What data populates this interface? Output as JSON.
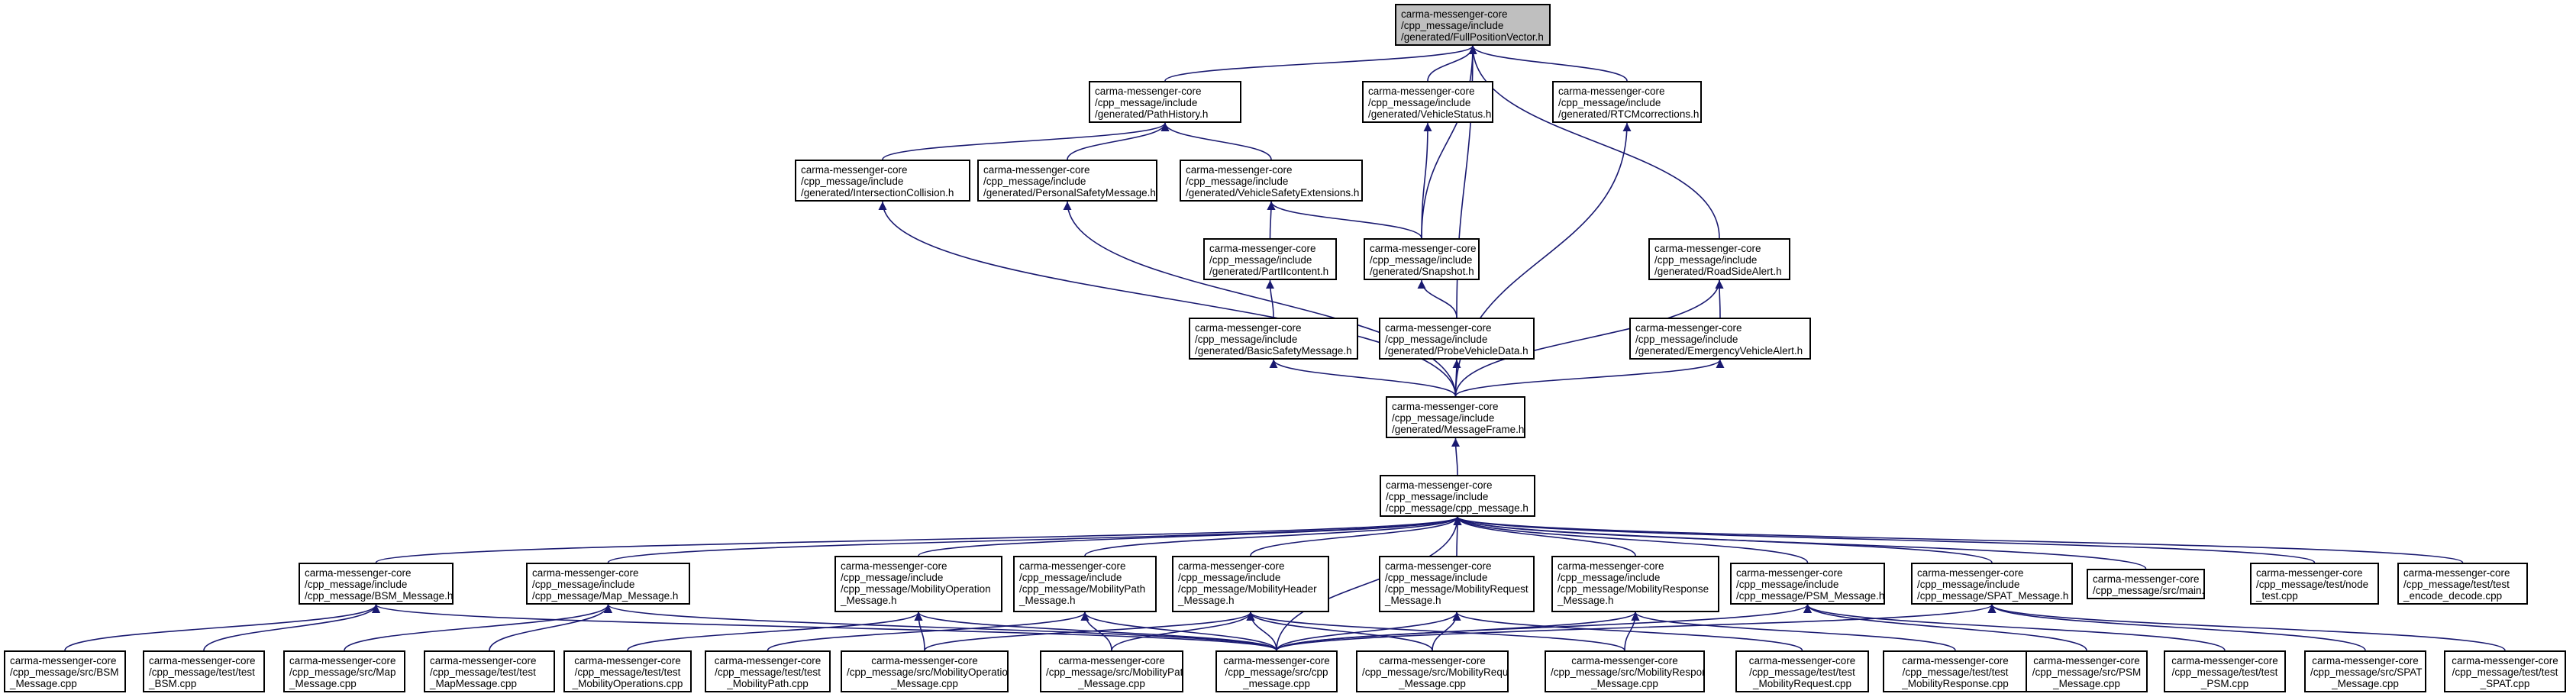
{
  "graph": {
    "colors": {
      "edge": "#191970",
      "node_border": "#000000",
      "root_fill": "#bfbfbf",
      "node_fill": "#ffffff"
    },
    "nodes": [
      {
        "id": "fpv",
        "root": true,
        "lines": [
          "carma-messenger-core",
          "/cpp_message/include",
          "/generated/FullPositionVector.h"
        ]
      },
      {
        "id": "pathhistory",
        "lines": [
          "carma-messenger-core",
          "/cpp_message/include",
          "/generated/PathHistory.h"
        ]
      },
      {
        "id": "vehiclestatus",
        "lines": [
          "carma-messenger-core",
          "/cpp_message/include",
          "/generated/VehicleStatus.h"
        ]
      },
      {
        "id": "rtcm",
        "lines": [
          "carma-messenger-core",
          "/cpp_message/include",
          "/generated/RTCMcorrections.h"
        ]
      },
      {
        "id": "intersection",
        "lines": [
          "carma-messenger-core",
          "/cpp_message/include",
          "/generated/IntersectionCollision.h"
        ]
      },
      {
        "id": "personalsafety",
        "lines": [
          "carma-messenger-core",
          "/cpp_message/include",
          "/generated/PersonalSafetyMessage.h"
        ]
      },
      {
        "id": "vse",
        "lines": [
          "carma-messenger-core",
          "/cpp_message/include",
          "/generated/VehicleSafetyExtensions.h"
        ]
      },
      {
        "id": "partii",
        "lines": [
          "carma-messenger-core",
          "/cpp_message/include",
          "/generated/PartIIcontent.h"
        ]
      },
      {
        "id": "snapshot",
        "lines": [
          "carma-messenger-core",
          "/cpp_message/include",
          "/generated/Snapshot.h"
        ]
      },
      {
        "id": "roadside",
        "lines": [
          "carma-messenger-core",
          "/cpp_message/include",
          "/generated/RoadSideAlert.h"
        ]
      },
      {
        "id": "bsmgen",
        "lines": [
          "carma-messenger-core",
          "/cpp_message/include",
          "/generated/BasicSafetyMessage.h"
        ]
      },
      {
        "id": "probe",
        "lines": [
          "carma-messenger-core",
          "/cpp_message/include",
          "/generated/ProbeVehicleData.h"
        ]
      },
      {
        "id": "emergency",
        "lines": [
          "carma-messenger-core",
          "/cpp_message/include",
          "/generated/EmergencyVehicleAlert.h"
        ]
      },
      {
        "id": "msgframe",
        "lines": [
          "carma-messenger-core",
          "/cpp_message/include",
          "/generated/MessageFrame.h"
        ]
      },
      {
        "id": "cpph",
        "lines": [
          "carma-messenger-core",
          "/cpp_message/include",
          "/cpp_message/cpp_message.h"
        ]
      },
      {
        "id": "bsmh",
        "lines": [
          "carma-messenger-core",
          "/cpp_message/include",
          "/cpp_message/BSM_Message.h"
        ]
      },
      {
        "id": "maph",
        "lines": [
          "carma-messenger-core",
          "/cpp_message/include",
          "/cpp_message/Map_Message.h"
        ]
      },
      {
        "id": "mopsh",
        "lines": [
          "carma-messenger-core",
          "/cpp_message/include",
          "/cpp_message/MobilityOperation",
          "_Message.h"
        ]
      },
      {
        "id": "mpathh",
        "lines": [
          "carma-messenger-core",
          "/cpp_message/include",
          "/cpp_message/MobilityPath",
          "_Message.h"
        ]
      },
      {
        "id": "mheadh",
        "lines": [
          "carma-messenger-core",
          "/cpp_message/include",
          "/cpp_message/MobilityHeader",
          "_Message.h"
        ]
      },
      {
        "id": "mreqh",
        "lines": [
          "carma-messenger-core",
          "/cpp_message/include",
          "/cpp_message/MobilityRequest",
          "_Message.h"
        ]
      },
      {
        "id": "mresph",
        "lines": [
          "carma-messenger-core",
          "/cpp_message/include",
          "/cpp_message/MobilityResponse",
          "_Message.h"
        ]
      },
      {
        "id": "psmh",
        "lines": [
          "carma-messenger-core",
          "/cpp_message/include",
          "/cpp_message/PSM_Message.h"
        ]
      },
      {
        "id": "spath",
        "lines": [
          "carma-messenger-core",
          "/cpp_message/include",
          "/cpp_message/SPAT_Message.h"
        ]
      },
      {
        "id": "maincpp",
        "lines": [
          "carma-messenger-core",
          "/cpp_message/src/main.cpp"
        ]
      },
      {
        "id": "nodetest",
        "lines": [
          "carma-messenger-core",
          "/cpp_message/test/node",
          "_test.cpp"
        ]
      },
      {
        "id": "encdec",
        "lines": [
          "carma-messenger-core",
          "/cpp_message/test/test",
          "_encode_decode.cpp"
        ]
      },
      {
        "id": "bsmcpp",
        "lines": [
          "carma-messenger-core",
          "/cpp_message/src/BSM",
          "_Message.cpp"
        ]
      },
      {
        "id": "testbsm",
        "lines": [
          "carma-messenger-core",
          "/cpp_message/test/test",
          "_BSM.cpp"
        ]
      },
      {
        "id": "mapcpp",
        "lines": [
          "carma-messenger-core",
          "/cpp_message/src/Map",
          "_Message.cpp"
        ]
      },
      {
        "id": "testmap",
        "lines": [
          "carma-messenger-core",
          "/cpp_message/test/test",
          "_MapMessage.cpp"
        ]
      },
      {
        "id": "testmops",
        "lines": [
          "carma-messenger-core",
          "/cpp_message/test/test",
          "_MobilityOperations.cpp"
        ]
      },
      {
        "id": "testmpath",
        "lines": [
          "carma-messenger-core",
          "/cpp_message/test/test",
          "_MobilityPath.cpp"
        ]
      },
      {
        "id": "mopscpp",
        "lines": [
          "carma-messenger-core",
          "/cpp_message/src/MobilityOperation",
          "_Message.cpp"
        ]
      },
      {
        "id": "mpathcpp",
        "lines": [
          "carma-messenger-core",
          "/cpp_message/src/MobilityPath",
          "_Message.cpp"
        ]
      },
      {
        "id": "cppcpp",
        "lines": [
          "carma-messenger-core",
          "/cpp_message/src/cpp",
          "_message.cpp"
        ]
      },
      {
        "id": "mreqcpp",
        "lines": [
          "carma-messenger-core",
          "/cpp_message/src/MobilityRequest",
          "_Message.cpp"
        ]
      },
      {
        "id": "mrespcpp",
        "lines": [
          "carma-messenger-core",
          "/cpp_message/src/MobilityResponse",
          "_Message.cpp"
        ]
      },
      {
        "id": "testmreq",
        "lines": [
          "carma-messenger-core",
          "/cpp_message/test/test",
          "_MobilityRequest.cpp"
        ]
      },
      {
        "id": "testmresp",
        "lines": [
          "carma-messenger-core",
          "/cpp_message/test/test",
          "_MobilityResponse.cpp"
        ]
      },
      {
        "id": "psmcpp",
        "lines": [
          "carma-messenger-core",
          "/cpp_message/src/PSM",
          "_Message.cpp"
        ]
      },
      {
        "id": "testpsm",
        "lines": [
          "carma-messenger-core",
          "/cpp_message/test/test",
          "_PSM.cpp"
        ]
      },
      {
        "id": "spatcpp",
        "lines": [
          "carma-messenger-core",
          "/cpp_message/src/SPAT",
          "_Message.cpp"
        ]
      },
      {
        "id": "testspat",
        "lines": [
          "carma-messenger-core",
          "/cpp_message/test/test",
          "_SPAT.cpp"
        ]
      }
    ],
    "edges": [
      [
        "pathhistory",
        "fpv"
      ],
      [
        "vehiclestatus",
        "fpv"
      ],
      [
        "rtcm",
        "fpv"
      ],
      [
        "snapshot",
        "fpv"
      ],
      [
        "probe",
        "fpv"
      ],
      [
        "roadside",
        "fpv"
      ],
      [
        "intersection",
        "pathhistory"
      ],
      [
        "personalsafety",
        "pathhistory"
      ],
      [
        "vse",
        "pathhistory"
      ],
      [
        "snapshot",
        "vehiclestatus"
      ],
      [
        "msgframe",
        "rtcm"
      ],
      [
        "msgframe",
        "intersection"
      ],
      [
        "msgframe",
        "personalsafety"
      ],
      [
        "partii",
        "vse"
      ],
      [
        "snapshot",
        "vse"
      ],
      [
        "bsmgen",
        "partii"
      ],
      [
        "probe",
        "snapshot"
      ],
      [
        "msgframe",
        "roadside"
      ],
      [
        "emergency",
        "roadside"
      ],
      [
        "msgframe",
        "bsmgen"
      ],
      [
        "msgframe",
        "probe"
      ],
      [
        "msgframe",
        "emergency"
      ],
      [
        "cpph",
        "msgframe"
      ],
      [
        "bsmh",
        "cpph"
      ],
      [
        "maph",
        "cpph"
      ],
      [
        "mopsh",
        "cpph"
      ],
      [
        "mpathh",
        "cpph"
      ],
      [
        "mheadh",
        "cpph"
      ],
      [
        "mreqh",
        "cpph"
      ],
      [
        "mresph",
        "cpph"
      ],
      [
        "psmh",
        "cpph"
      ],
      [
        "spath",
        "cpph"
      ],
      [
        "maincpp",
        "cpph"
      ],
      [
        "nodetest",
        "cpph"
      ],
      [
        "encdec",
        "cpph"
      ],
      [
        "cppcpp",
        "cpph"
      ],
      [
        "bsmcpp",
        "bsmh"
      ],
      [
        "testbsm",
        "bsmh"
      ],
      [
        "cppcpp",
        "bsmh"
      ],
      [
        "mapcpp",
        "maph"
      ],
      [
        "testmap",
        "maph"
      ],
      [
        "cppcpp",
        "maph"
      ],
      [
        "testmops",
        "mopsh"
      ],
      [
        "mopscpp",
        "mopsh"
      ],
      [
        "cppcpp",
        "mopsh"
      ],
      [
        "testmpath",
        "mpathh"
      ],
      [
        "mpathcpp",
        "mpathh"
      ],
      [
        "cppcpp",
        "mpathh"
      ],
      [
        "mopscpp",
        "mheadh"
      ],
      [
        "mpathcpp",
        "mheadh"
      ],
      [
        "cppcpp",
        "mheadh"
      ],
      [
        "mreqcpp",
        "mheadh"
      ],
      [
        "mrespcpp",
        "mheadh"
      ],
      [
        "cppcpp",
        "mreqh"
      ],
      [
        "mreqcpp",
        "mreqh"
      ],
      [
        "testmreq",
        "mreqh"
      ],
      [
        "cppcpp",
        "mresph"
      ],
      [
        "mrespcpp",
        "mresph"
      ],
      [
        "testmresp",
        "mresph"
      ],
      [
        "cppcpp",
        "psmh"
      ],
      [
        "psmcpp",
        "psmh"
      ],
      [
        "testpsm",
        "psmh"
      ],
      [
        "cppcpp",
        "spath"
      ],
      [
        "spatcpp",
        "spath"
      ],
      [
        "testspat",
        "spath"
      ]
    ]
  }
}
